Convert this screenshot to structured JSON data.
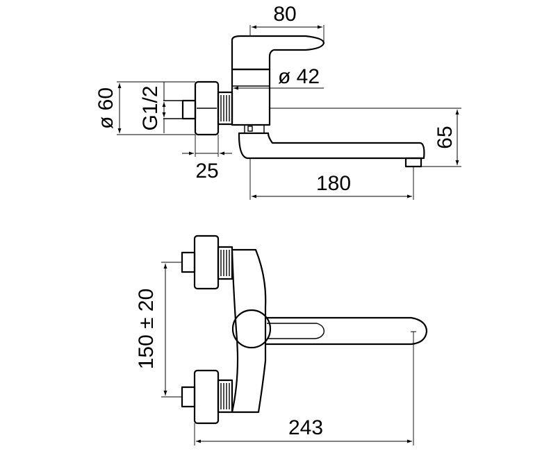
{
  "side_view": {
    "dims": {
      "lever_width": "80",
      "body_diameter": "ø 42",
      "flange_diameter": "ø 60",
      "thread": "G1/2",
      "flange_depth": "25",
      "spout_height": "65",
      "spout_reach": "180"
    }
  },
  "top_view": {
    "dims": {
      "center_distance": "150 ± 20",
      "total_reach": "243"
    }
  }
}
